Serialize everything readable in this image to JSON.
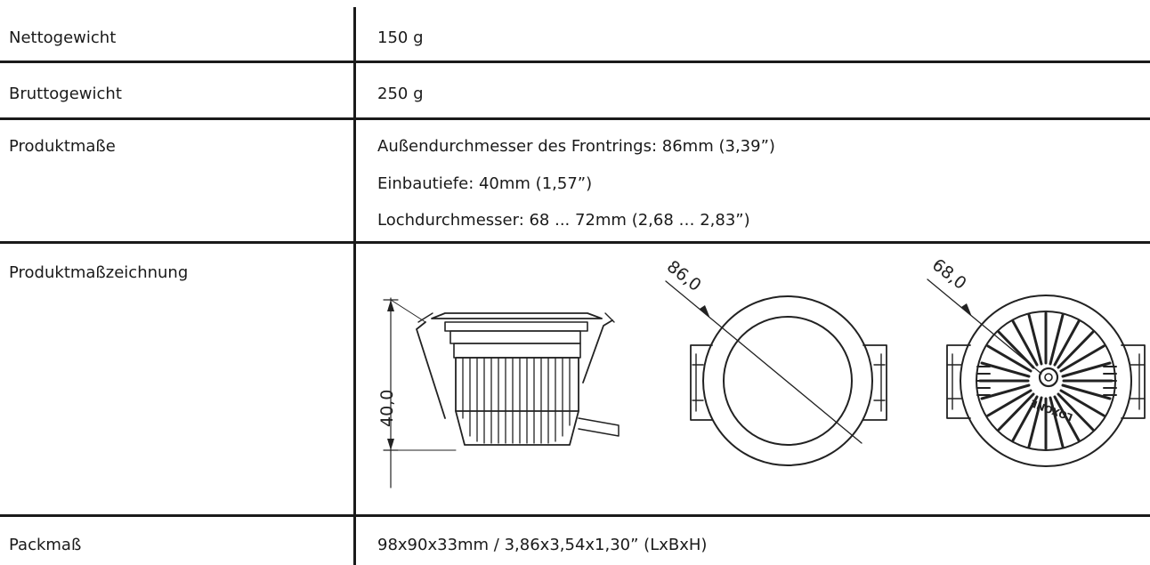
{
  "rows": [
    {
      "label": "Nettogewicht",
      "value": "150 g"
    },
    {
      "label": "Bruttogewicht",
      "value": "250 g"
    },
    {
      "label": "Produktmaße",
      "values": [
        "Außendurchmesser des Frontrings: 86mm (3,39”)",
        "Einbautiefe: 40mm (1,57”)",
        "Lochdurchmesser: 68 ... 72mm (2,68 … 2,83”)"
      ]
    },
    {
      "label": "Produktmaßzeichnung",
      "drawing": {
        "height_dim": "40,0",
        "front_dim": "86,0",
        "back_dim": "68,0",
        "brand_mark": "LOXONE"
      }
    },
    {
      "label": "Packmaß",
      "value": "98x90x33mm / 3,86x3,54x1,30” (LxBxH)"
    }
  ]
}
